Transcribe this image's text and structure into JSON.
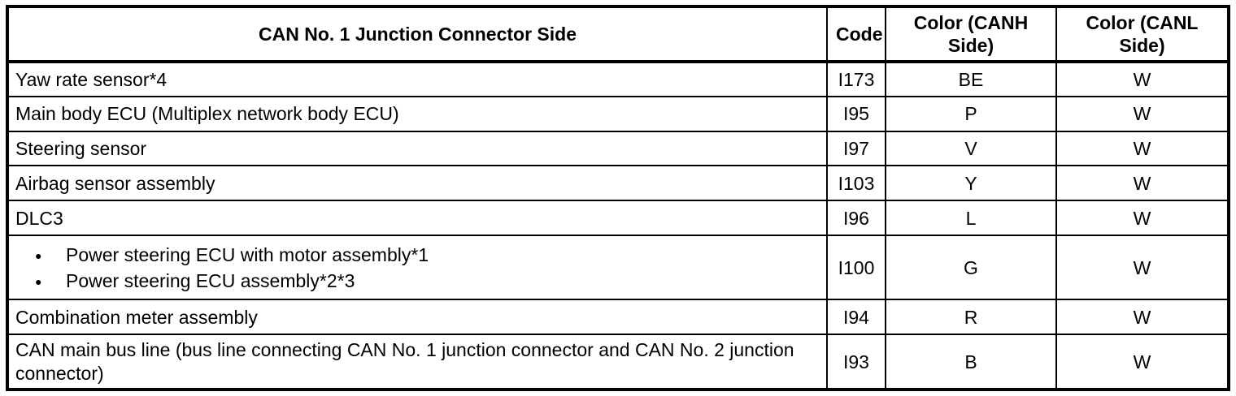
{
  "table": {
    "title": "CAN No. 1 junction connector wiring table",
    "bullet_glyph": "●",
    "headers": {
      "component": "CAN No. 1 Junction Connector Side",
      "code": "Code",
      "canh": "Color (CANH Side)",
      "canl": "Color (CANL Side)"
    },
    "rows": [
      {
        "component": "Yaw rate sensor*4",
        "code": "I173",
        "canh": "BE",
        "canl": "W"
      },
      {
        "component": "Main body ECU (Multiplex network body ECU)",
        "code": "I95",
        "canh": "P",
        "canl": "W"
      },
      {
        "component": "Steering sensor",
        "code": "I97",
        "canh": "V",
        "canl": "W"
      },
      {
        "component": "Airbag sensor assembly",
        "code": "I103",
        "canh": "Y",
        "canl": "W"
      },
      {
        "component": "DLC3",
        "code": "I96",
        "canh": "L",
        "canl": "W"
      },
      {
        "items": [
          "Power steering ECU with motor assembly*1",
          "Power steering ECU assembly*2*3"
        ],
        "code": "I100",
        "canh": "G",
        "canl": "W"
      },
      {
        "component": "Combination meter assembly",
        "code": "I94",
        "canh": "R",
        "canl": "W"
      },
      {
        "component": "CAN main bus line (bus line connecting CAN No. 1 junction connector and CAN No. 2 junction connector)",
        "code": "I93",
        "canh": "B",
        "canl": "W"
      }
    ]
  },
  "colors": {
    "border": "#000000",
    "background": "#ffffff",
    "text": "#000000"
  }
}
